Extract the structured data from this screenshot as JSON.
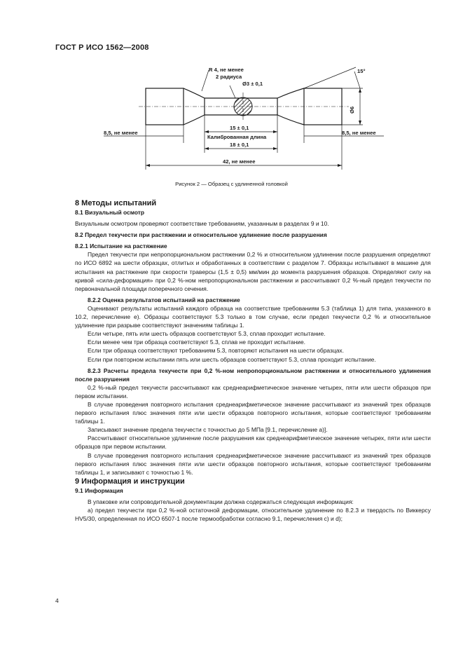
{
  "header": {
    "doc_id": "ГОСТ Р ИСО 1562—2008"
  },
  "figure": {
    "label_r4": "R 4, не менее",
    "label_2radius": "2 радиуса",
    "label_diam": "Ø3 ± 0,1",
    "label_angle": "15°",
    "label_height": "Ø6",
    "label_left": "8,5, не менее",
    "label_right": "8,5, не менее",
    "label_15": "15 ± 0,1",
    "label_calib": "Калиброванная длина",
    "label_18": "18 ± 0,1",
    "label_42": "42, не менее",
    "caption": "Рисунок 2 — Образец с удлиненной головкой"
  },
  "s8": {
    "title": "8  Методы испытаний",
    "s81_title": "8.1  Визуальный осмотр",
    "s81_text": "Визуальным осмотром проверяют соответствие требованиям, указанным в разделах 9 и 10.",
    "s82_title": "8.2  Предел текучести при растяжении и относительное удлинение после разрушения",
    "s821_title": "8.2.1  Испытание на растяжение",
    "s821_text": "Предел текучести при непропорциональном растяжении 0,2 % и относительном удлинении после разрушения определяют по ИСО 6892 на шести образцах, отлитых и обработанных в соответствии с разделом 7. Образцы испытывают в машине для испытания на растяжение при скорости траверсы (1,5 ± 0,5) мм/мин до момента разрушения образцов. Определяют силу на кривой «сила-деформация» при 0,2 %-ном непропорциональном растяжении и рассчитывают 0,2 %-ный предел текучести по первоначальной площади поперечного сечения.",
    "s822_title": "8.2.2  Оценка результатов испытаний на растяжение",
    "s822_p1": "Оценивают результаты испытаний каждого образца на соответствие требованиям 5.3 (таблица 1) для типа, указанного в 10.2, перечисление е). Образцы соответствуют 5.3 только в том случае, если предел текучести 0,2 % и относительное удлинение при разрыве соответствуют значениям таблицы 1.",
    "s822_p2": "Если четыре, пять или шесть образцов соответствуют 5.3, сплав проходит испытание.",
    "s822_p3": "Если менее чем три образца соответствуют 5.3, сплав не проходит испытание.",
    "s822_p4": "Если три образца соответствуют требованиям 5.3, повторяют испытания на шести образцах.",
    "s822_p5": "Если при повторном испытании пять или шесть образцов соответствуют 5.3, сплав проходит испытание.",
    "s823_title": "8.2.3  Расчеты предела текучести при 0,2 %-ном непропорциональном растяжении и относительного удлинения после разрушения",
    "s823_p1": "0,2 %-ный предел текучести рассчитывают как среднеарифметическое значение четырех, пяти или шести образцов при первом испытании.",
    "s823_p2": "В случае проведения повторного испытания среднеарифметическое значение рассчитывают из значений трех образцов первого испытания плюс значения пяти или шести образцов повторного испытания, которые соответствуют требованиям таблицы 1.",
    "s823_p3": "Записывают значение предела текучести с точностью до 5 МПа [9.1, перечисление а)].",
    "s823_p4": "Рассчитывают относительное удлинение после разрушения как среднеарифметическое значение четырех, пяти или шести образцов при первом испытании.",
    "s823_p5": "В случае проведения повторного испытания среднеарифметическое значение рассчитывают из значений трех образцов первого испытания плюс значения пяти или шести образцов повторного испытания, которые соответствуют требованиям таблицы 1, и записывают с точностью 1 %."
  },
  "s9": {
    "title": "9  Информация и инструкции",
    "s91_title": "9.1  Информация",
    "s91_p1": "В упаковке или сопроводительной документации должна содержаться следующая информация:",
    "s91_p2": "а)  предел текучести при 0,2 %-ной остаточной деформации, относительное удлинение по 8.2.3 и твердость по Виккерсу HV5/30, определенная по ИСО 6507-1 после термообработки согласно 9.1, перечисления с) и d);"
  },
  "page_number": "4"
}
